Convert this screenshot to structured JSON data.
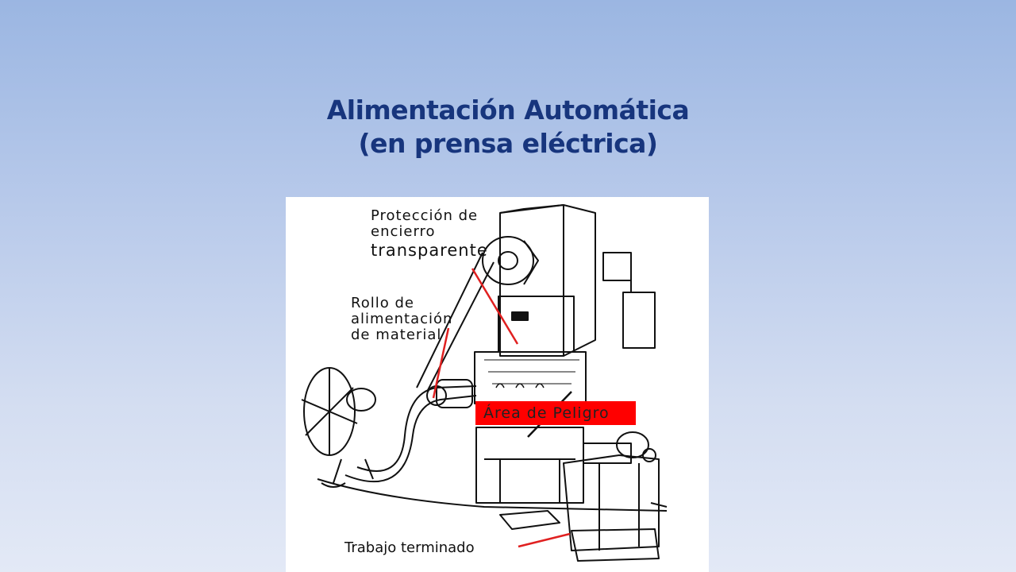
{
  "slide": {
    "title_line1": "Alimentación Automática",
    "title_line2": "(en prensa eléctrica)"
  },
  "diagram": {
    "labels": {
      "guard_line1": "Protección de",
      "guard_line2": "encierro",
      "guard_line3": "transparente",
      "feed_line1": "Rollo de",
      "feed_line2": "alimentación",
      "feed_line3": "de material",
      "danger_area": "Área de Peligro",
      "finished_work": "Trabajo terminado"
    },
    "colors": {
      "title": "#17357d",
      "arrow": "#e02020",
      "danger_fill": "#ff0000"
    }
  }
}
